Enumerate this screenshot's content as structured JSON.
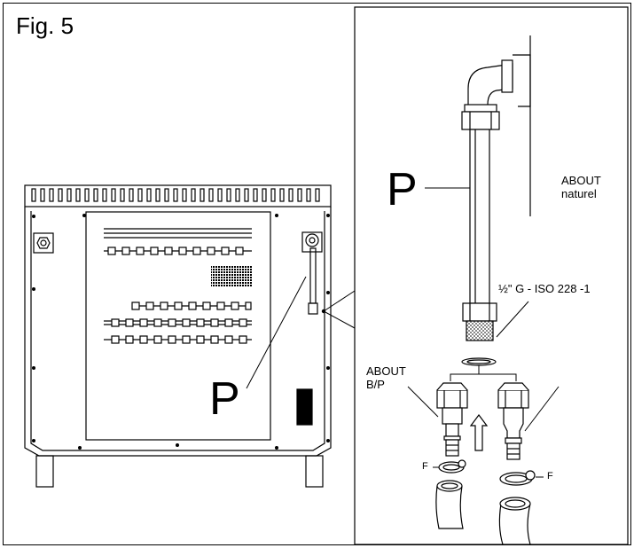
{
  "figure": {
    "title": "Fig. 5"
  },
  "labels": {
    "p_oven": "P",
    "p_pipe": "P",
    "about_naturel_line1": "ABOUT",
    "about_naturel_line2": "naturel",
    "thread_spec": "½\" G  -  ISO 228 -1",
    "about_bp_line1": "ABOUT",
    "about_bp_line2": "B/P",
    "clamp_left": "F",
    "clamp_right": "F"
  },
  "colors": {
    "ink": "#000000",
    "paper": "#ffffff",
    "thread_grey": "#9a9a9a"
  }
}
